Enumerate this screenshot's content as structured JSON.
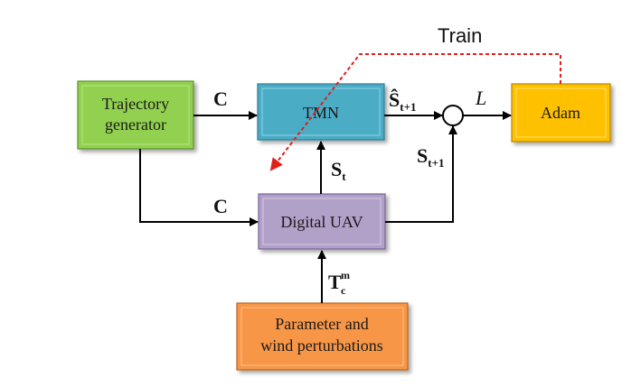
{
  "blocks": {
    "trajectory_generator": {
      "line1": "Trajectory",
      "line2": "generator",
      "color": "#92D050"
    },
    "tmn": {
      "label": "TMN",
      "color": "#4BACC6"
    },
    "adam": {
      "label": "Adam",
      "color": "#FFC000"
    },
    "digital_uav": {
      "label": "Digital UAV",
      "color": "#B1A0C7"
    },
    "perturbations": {
      "line1": "Parameter and",
      "line2": "wind perturbations",
      "color": "#F79646"
    }
  },
  "labels": {
    "c_top": "C",
    "c_bottom": "C",
    "s_hat": "Ŝ",
    "s_hat_sub": "t+1",
    "loss": "L",
    "s_t1": "S",
    "s_t1_sub": "t+1",
    "s_t": "S",
    "s_t_sub": "t",
    "t_main": "T",
    "t_sub": "c",
    "t_sup": "m",
    "train": "Train"
  },
  "colors": {
    "train_line": "#E0201B",
    "arrow": "#000000"
  }
}
